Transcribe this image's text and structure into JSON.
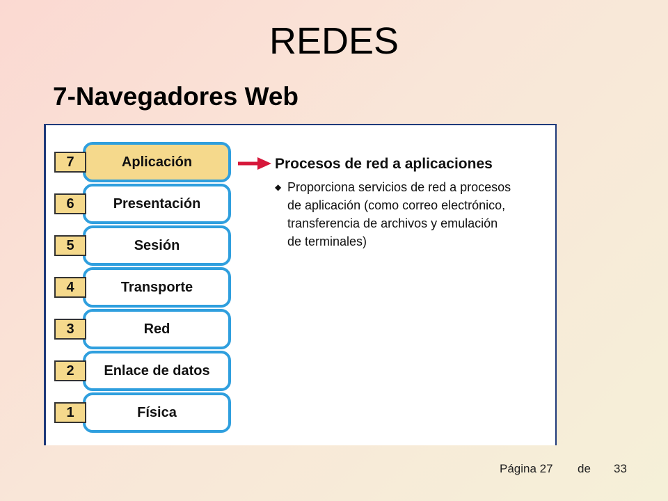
{
  "slide": {
    "title": "REDES",
    "subtitle": "7-Navegadores Web"
  },
  "diagram": {
    "layers": [
      {
        "num": "7",
        "label": "Aplicación",
        "active": true
      },
      {
        "num": "6",
        "label": "Presentación",
        "active": false
      },
      {
        "num": "5",
        "label": "Sesión",
        "active": false
      },
      {
        "num": "4",
        "label": "Transporte",
        "active": false
      },
      {
        "num": "3",
        "label": "Red",
        "active": false
      },
      {
        "num": "2",
        "label": "Enlace de datos",
        "active": false
      },
      {
        "num": "1",
        "label": "Física",
        "active": false
      }
    ],
    "description_title": "Procesos de red a aplicaciones",
    "description_lines": [
      "Proporciona servicios de red a procesos",
      "de aplicación (como correo electrónico,",
      "transferencia de archivos y emulación",
      "de terminales)"
    ],
    "arrow_color": "#d6173a",
    "layer_border_color": "#2f9fde",
    "highlight_color": "#f5d98c"
  },
  "footer": {
    "page_label": "Página 27",
    "of_label": "de",
    "total": "33"
  }
}
